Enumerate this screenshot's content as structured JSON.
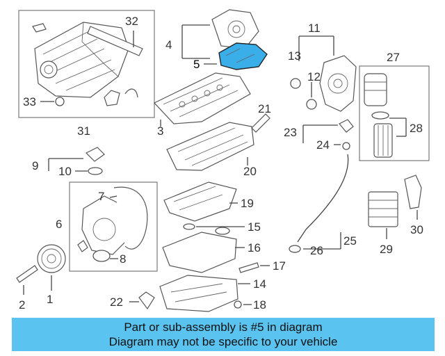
{
  "diagram": {
    "callouts": {
      "c1": "1",
      "c2": "2",
      "c3": "3",
      "c4": "4",
      "c5": "5",
      "c6": "6",
      "c7": "7",
      "c8": "8",
      "c9": "9",
      "c10": "10",
      "c11": "11",
      "c12": "12",
      "c13": "13",
      "c14": "14",
      "c15": "15",
      "c16": "16",
      "c17": "17",
      "c18": "18",
      "c19": "19",
      "c20": "20",
      "c21": "21",
      "c22": "22",
      "c23": "23",
      "c24": "24",
      "c25": "25",
      "c26": "26",
      "c27": "27",
      "c28": "28",
      "c29": "29",
      "c30": "30",
      "c31": "31",
      "c32": "32",
      "c33": "33"
    },
    "highlight_part": "5",
    "highlight_color": "#3aaee8"
  },
  "banner": {
    "line1": "Part or sub-assembly is #5 in diagram",
    "line2": "Diagram may not be specific to your vehicle",
    "background": "#5bc3f0"
  }
}
